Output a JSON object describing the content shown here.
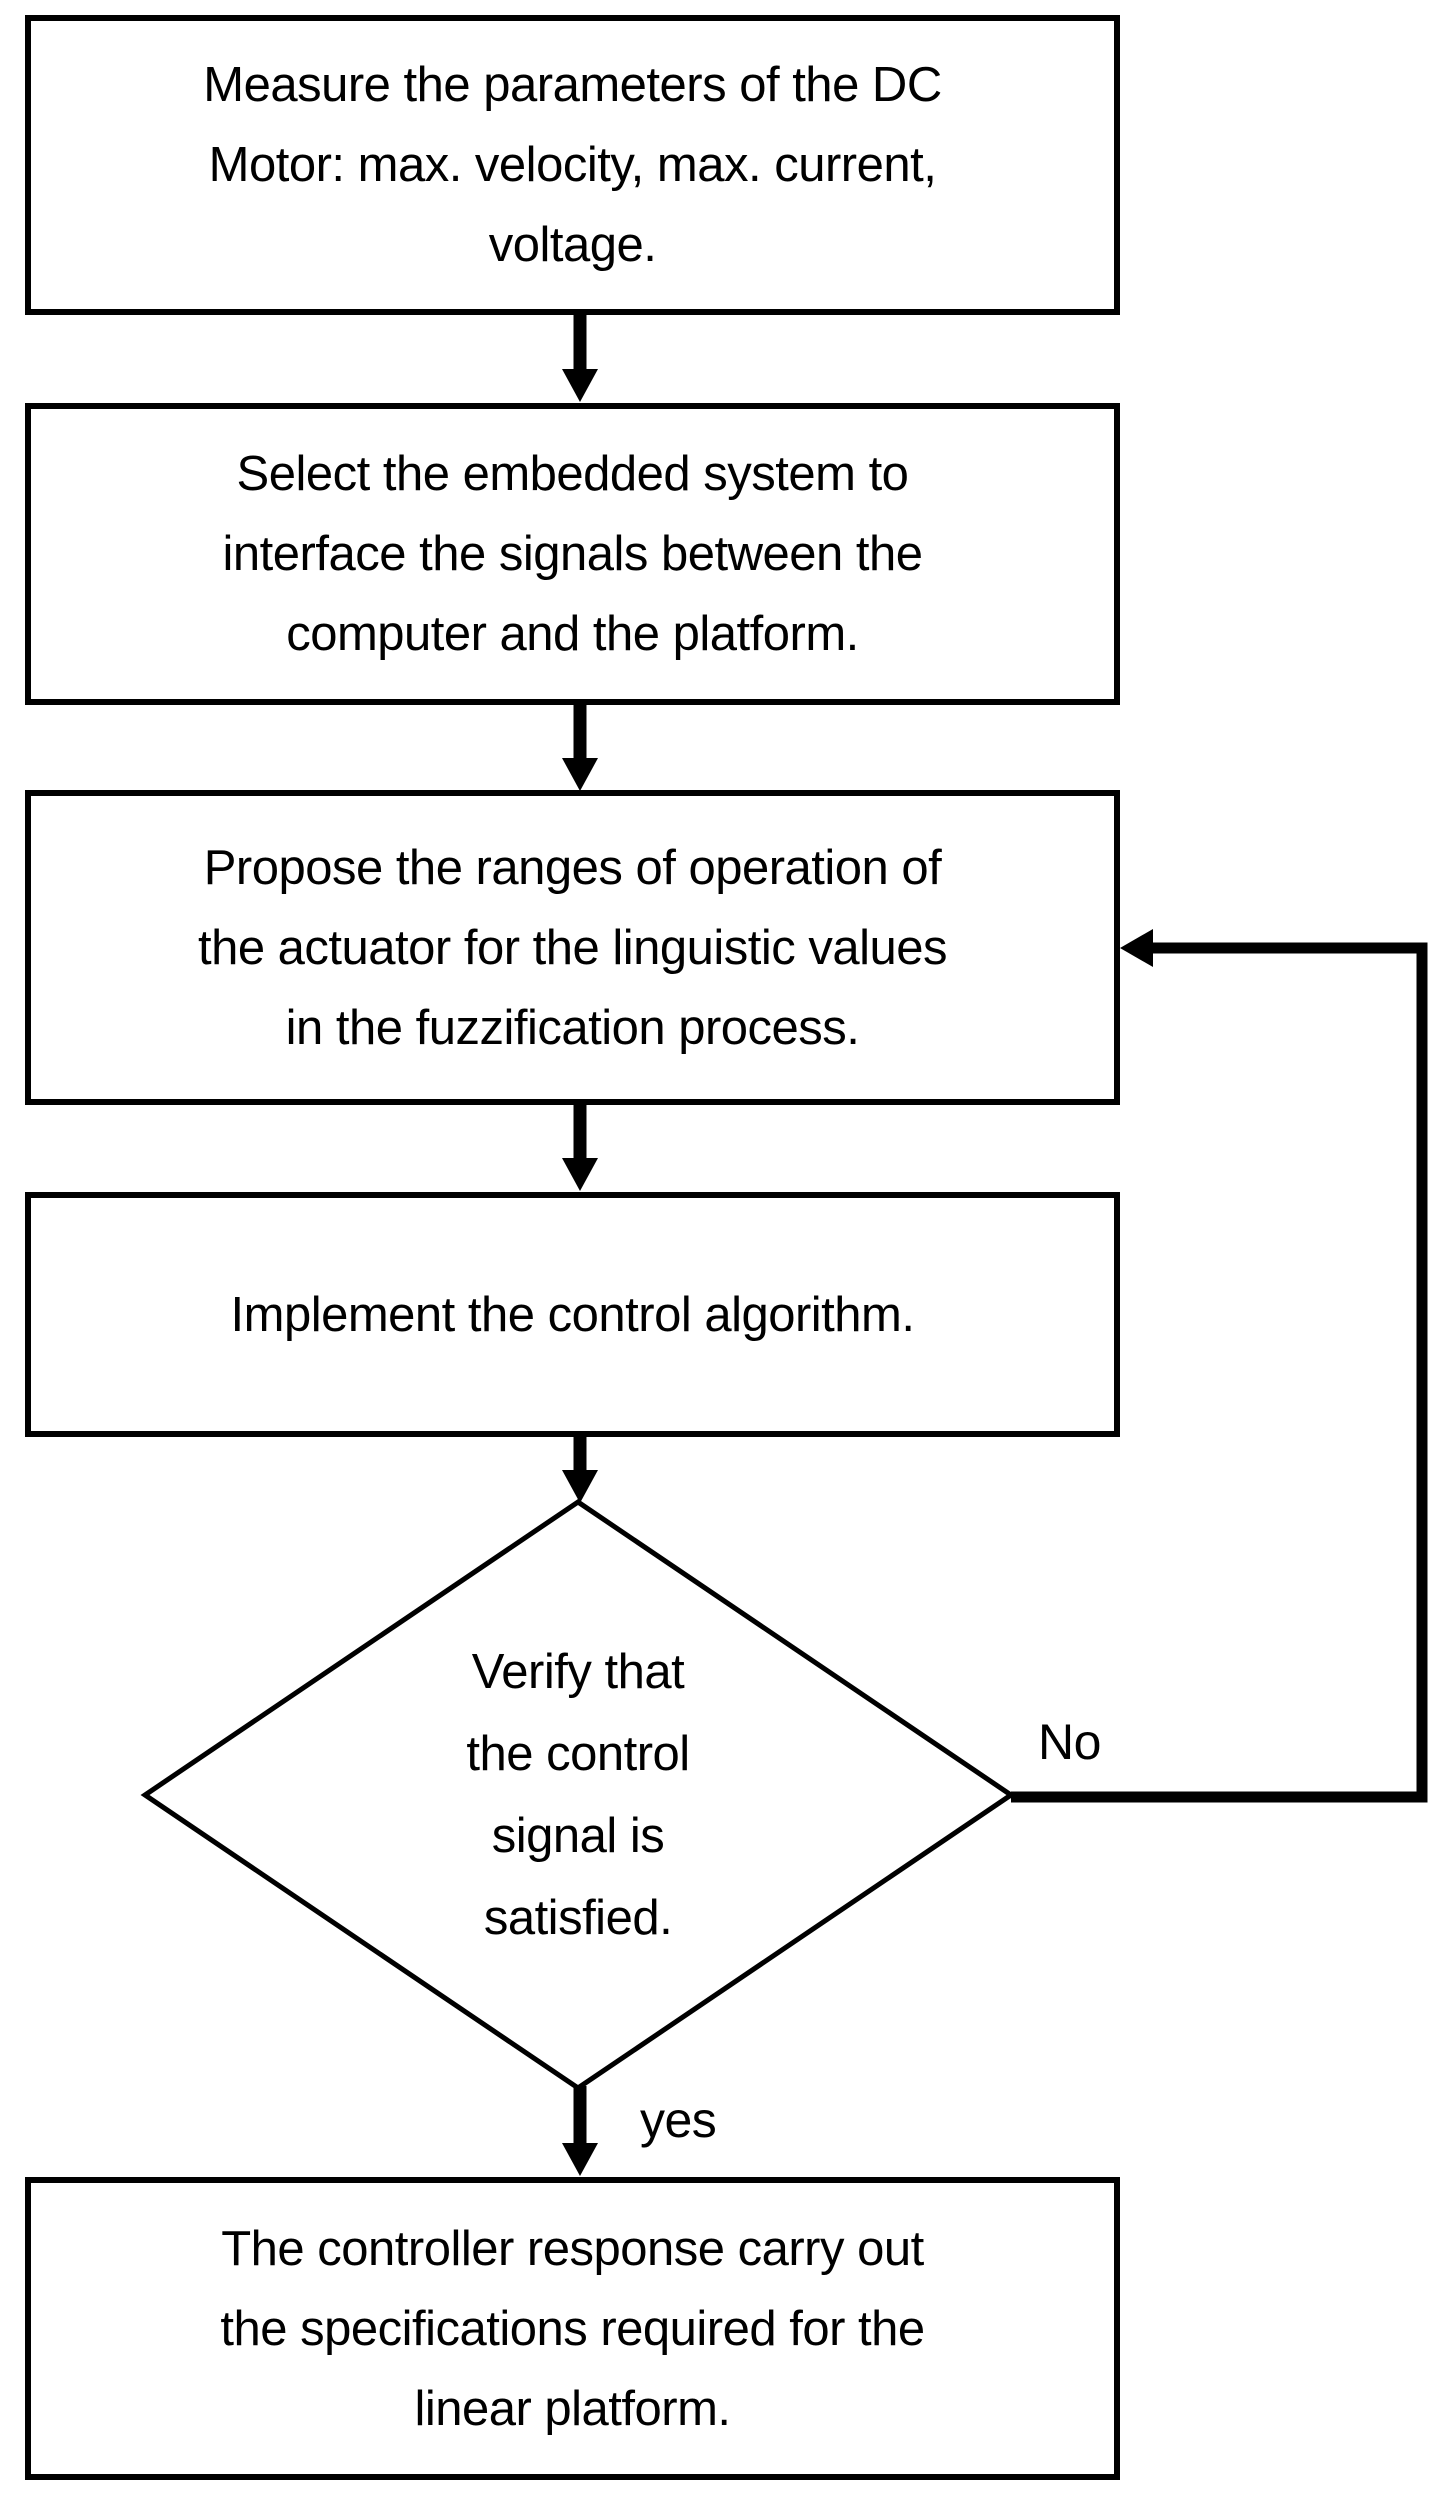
{
  "diagram": {
    "background_color": "#ffffff",
    "line_color": "#000000",
    "node_fill_color": "#ffffff",
    "nodes": {
      "step1": {
        "type": "process",
        "text": "Measure the parameters of the DC\nMotor: max. velocity, max. current,\nvoltage."
      },
      "step2": {
        "type": "process",
        "text": "Select the embedded system to\ninterface the signals between the\ncomputer and the platform."
      },
      "step3": {
        "type": "process",
        "text": "Propose the ranges of operation of\nthe actuator for the linguistic values\nin the fuzzification process."
      },
      "step4": {
        "type": "process",
        "text": "Implement the control algorithm."
      },
      "decision": {
        "type": "decision",
        "text": "Verify that\nthe control\nsignal is\nsatisfied."
      },
      "step5": {
        "type": "process",
        "text": "The controller response carry out\nthe specifications required for the\nlinear platform."
      }
    },
    "edge_labels": {
      "no": "No",
      "yes": "yes"
    }
  }
}
